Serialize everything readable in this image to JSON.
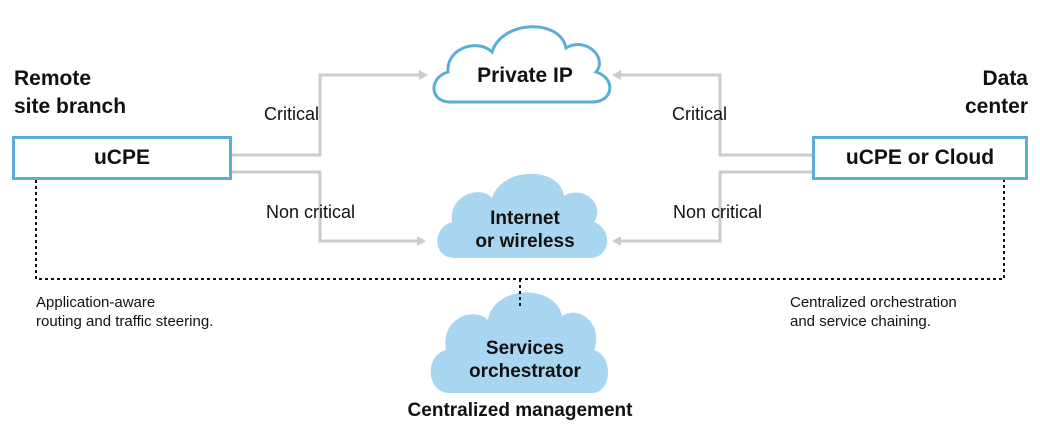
{
  "left_site": {
    "title_line1": "Remote",
    "title_line2": "site branch",
    "device": "uCPE",
    "note_line1": "Application-aware",
    "note_line2": "routing and traffic steering."
  },
  "right_site": {
    "title_line1": "Data",
    "title_line2": "center",
    "device": "uCPE or Cloud",
    "note_line1": "Centralized orchestration",
    "note_line2": "and service chaining."
  },
  "clouds": {
    "private_ip": "Private IP",
    "internet_line1": "Internet",
    "internet_line2": "or wireless",
    "orchestrator_line1": "Services",
    "orchestrator_line2": "orchestrator"
  },
  "links": {
    "left_critical": "Critical",
    "left_non_critical": "Non critical",
    "right_critical": "Critical",
    "right_non_critical": "Non critical"
  },
  "footer": "Centralized management",
  "colors": {
    "accent_blue": "#5aaed6",
    "cloud_fill": "#a8d5ef",
    "arrow_gray": "#cccccc"
  }
}
